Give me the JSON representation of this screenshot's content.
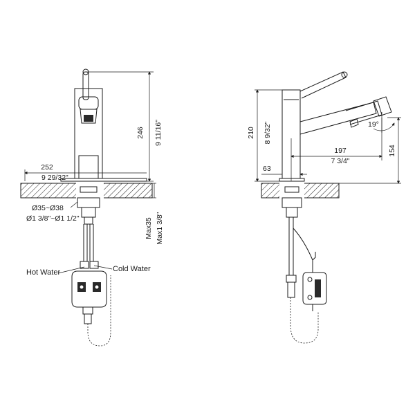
{
  "front_view": {
    "height_mm": "246",
    "height_in": "9 11/16\"",
    "base_width_mm": "252",
    "base_width_in": "9 29/32\"",
    "hole_mm": "Ø35~Ø38",
    "hole_in": "Ø1 3/8\"~Ø1 1/2\"",
    "deck_mm": "Max35",
    "deck_in": "Max1 3/8\"",
    "hot_label": "Hot Water",
    "cold_label": "Cold Water"
  },
  "side_view": {
    "height_mm": "210",
    "height_in": "8 9/32\"",
    "reach_mm": "197",
    "reach_in": "7 3/4\"",
    "spout_height_mm": "154",
    "angle": "19°",
    "base_mm": "63"
  }
}
